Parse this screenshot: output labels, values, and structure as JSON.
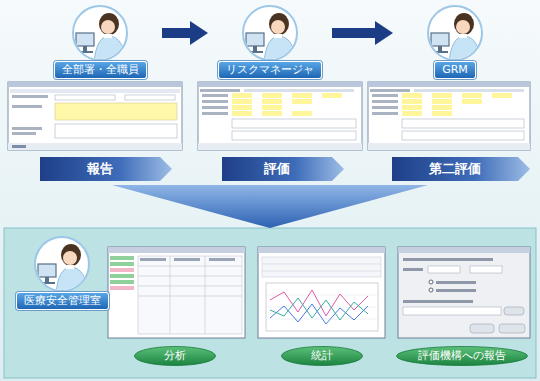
{
  "diagram": {
    "nodes": [
      {
        "text": [
          "全部署・全職員"
        ]
      },
      {
        "text": [
          "リスクマネージャ"
        ]
      },
      {
        "text": [
          "GRM"
        ]
      },
      {
        "text": [
          "報告"
        ]
      },
      {
        "text": [
          "評価"
        ]
      },
      {
        "text": [
          "第二評価"
        ]
      },
      {
        "text": [
          "医療安全管理室"
        ]
      },
      {
        "text": [
          "分析"
        ]
      },
      {
        "text": [
          "統計"
        ]
      },
      {
        "text": [
          "評価機構への報告"
        ]
      }
    ],
    "edges": [
      {
        "from": 0,
        "to": 1,
        "arrow": "to"
      },
      {
        "from": 1,
        "to": 2,
        "arrow": "to"
      }
    ]
  }
}
